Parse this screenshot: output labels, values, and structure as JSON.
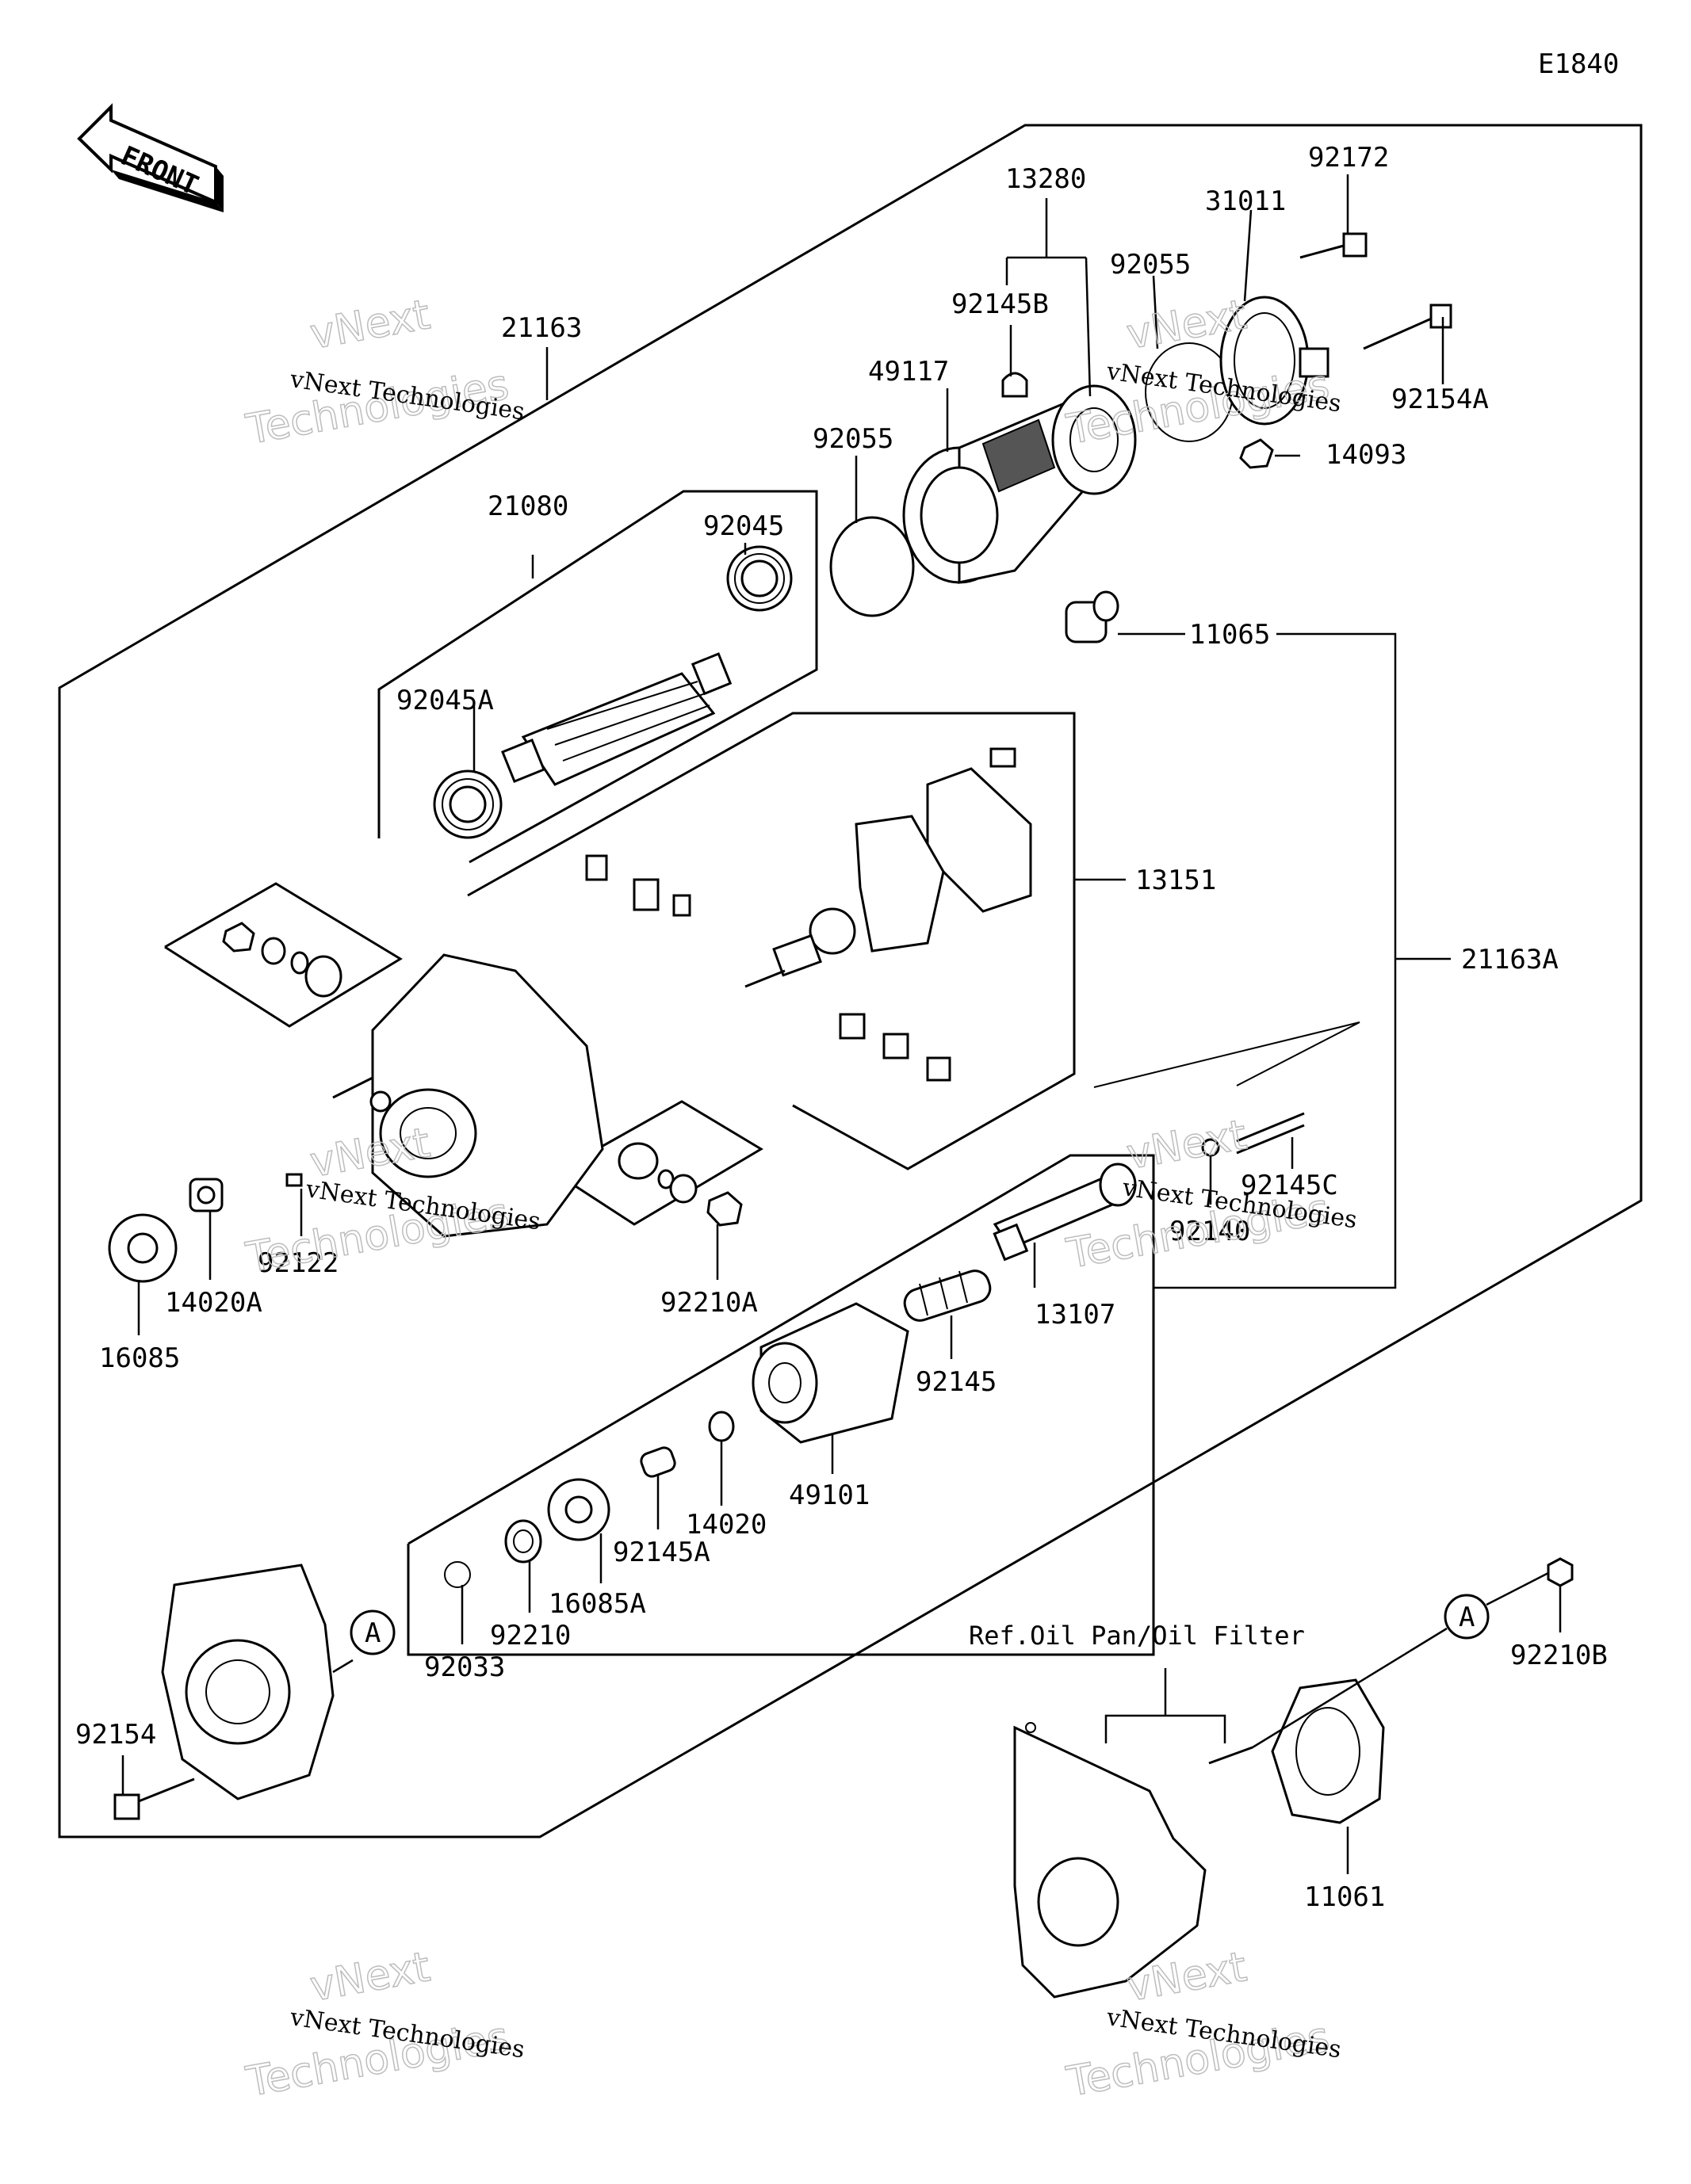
{
  "diagram_code": "E1840",
  "front_arrow_text": "FRONT",
  "watermark": {
    "line1": "vNext",
    "line2": "Technologies",
    "caption": "vNext Technologies"
  },
  "reference_note": "Ref.Oil Pan/Oil Filter",
  "callout_letter": "A",
  "part_numbers": {
    "p21163": "21163",
    "p21080": "21080",
    "p92045": "92045",
    "p92045A": "92045A",
    "p13280": "13280",
    "p92145B": "92145B",
    "p49117": "49117",
    "p92055_top": "92055",
    "p92055_left": "92055",
    "p31011": "31011",
    "p92172": "92172",
    "p92154A": "92154A",
    "p14093": "14093",
    "p11065": "11065",
    "p13151": "13151",
    "p21163A": "21163A",
    "p92145C": "92145C",
    "p92140": "92140",
    "p13107": "13107",
    "p92145": "92145",
    "p49101": "49101",
    "p14020": "14020",
    "p92145A": "92145A",
    "p16085A": "16085A",
    "p92210": "92210",
    "p92033": "92033",
    "p92122": "92122",
    "p14020A": "14020A",
    "p16085": "16085",
    "p92210A": "92210A",
    "p92154": "92154",
    "p92210B": "92210B",
    "p11061": "11061"
  }
}
